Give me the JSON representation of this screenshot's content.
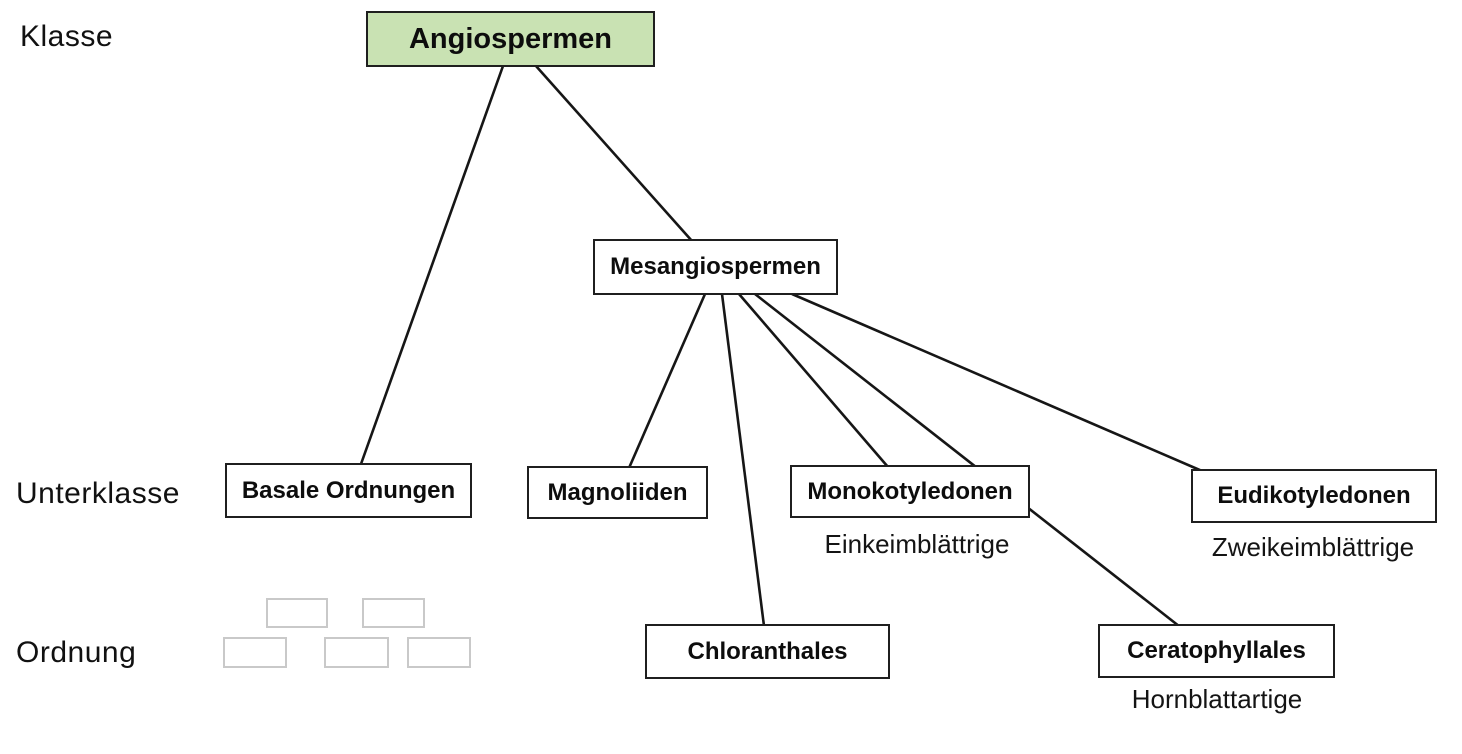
{
  "diagram": {
    "title_context": "Taxonomic tree of Angiosperms (German)",
    "row_labels": {
      "klasse": "Klasse",
      "unterklasse": "Unterklasse",
      "ordnung": "Ordnung"
    },
    "nodes": {
      "angiospermen": {
        "label": "Angiospermen",
        "rank": "Klasse",
        "highlighted": true
      },
      "mesangiospermen": {
        "label": "Mesangiospermen",
        "rank": "",
        "highlighted": false
      },
      "basale_ordnungen": {
        "label": "Basale Ordnungen",
        "rank": "Unterklasse",
        "highlighted": false
      },
      "magnoliiden": {
        "label": "Magnoliiden",
        "rank": "Unterklasse",
        "highlighted": false
      },
      "monokotyledonen": {
        "label": "Monokotyledonen",
        "rank": "Unterklasse",
        "highlighted": false,
        "sublabel": "Einkeimblättrige"
      },
      "eudikotyledonen": {
        "label": "Eudikotyledonen",
        "rank": "Unterklasse",
        "highlighted": false,
        "sublabel": "Zweikeimblättrige"
      },
      "chloranthales": {
        "label": "Chloranthales",
        "rank": "Ordnung",
        "highlighted": false
      },
      "ceratophyllales": {
        "label": "Ceratophyllales",
        "rank": "Ordnung",
        "highlighted": false,
        "sublabel": "Hornblattartige"
      }
    },
    "edges": [
      {
        "from": "Angiospermen",
        "to": "Basale Ordnungen"
      },
      {
        "from": "Angiospermen",
        "to": "Mesangiospermen"
      },
      {
        "from": "Mesangiospermen",
        "to": "Magnoliiden"
      },
      {
        "from": "Mesangiospermen",
        "to": "Chloranthales"
      },
      {
        "from": "Mesangiospermen",
        "to": "Monokotyledonen"
      },
      {
        "from": "Mesangiospermen",
        "to": "Ceratophyllales"
      },
      {
        "from": "Mesangiospermen",
        "to": "Eudikotyledonen"
      }
    ],
    "placeholder_boxes": 5,
    "colors": {
      "highlight_fill": "#c9e2b3",
      "box_border": "#1f1f1f",
      "line": "#161616",
      "placeholder_border": "#c9c9c9",
      "background": "#ffffff"
    }
  }
}
